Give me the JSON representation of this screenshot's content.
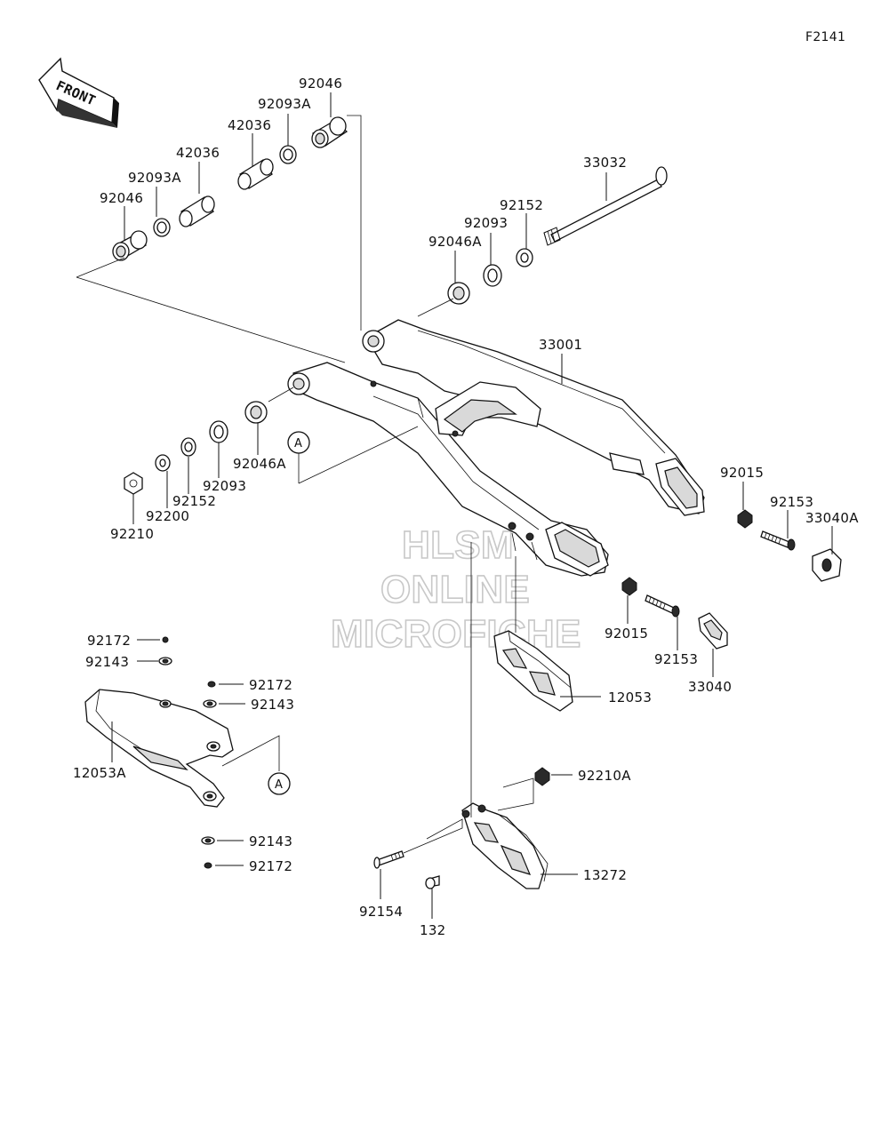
{
  "figure_id": "F2141",
  "front_label": "FRONT",
  "ref_marker": "A",
  "watermark": [
    "HLSM",
    "ONLINE",
    "MICROFICHE"
  ],
  "part_labels": {
    "p92046_top": "92046",
    "p92093A_top": "92093A",
    "p42036_top": "42036",
    "p42036_mid": "42036",
    "p92093A_left": "92093A",
    "p92046_left": "92046",
    "p33032": "33032",
    "p92152_right": "92152",
    "p92093_right": "92093",
    "p92046A_right": "92046A",
    "p33001": "33001",
    "p92015_right": "92015",
    "p92153_right": "92153",
    "p33040A": "33040A",
    "p92046A_left": "92046A",
    "p92093_left": "92093",
    "p92152_left": "92152",
    "p92200": "92200",
    "p92210": "92210",
    "p92015_mid": "92015",
    "p92153_mid": "92153",
    "p33040": "33040",
    "p12053": "12053",
    "p92172_a": "92172",
    "p92143_a": "92143",
    "p92172_b": "92172",
    "p92143_b": "92143",
    "p12053A": "12053A",
    "p92143_c": "92143",
    "p92172_c": "92172",
    "p92210A": "92210A",
    "p13272": "13272",
    "p92154": "92154",
    "p132": "132"
  }
}
